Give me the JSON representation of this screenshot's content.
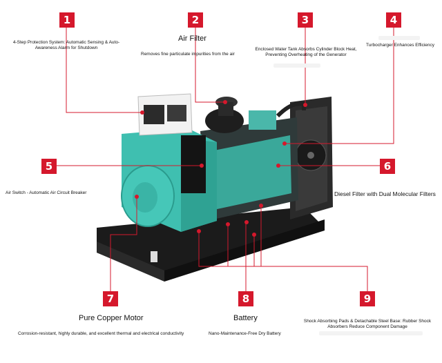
{
  "callouts": [
    {
      "number": "1",
      "title": "",
      "caption": "4-Step Protection System: Automatic Sensing & Auto-Awareness Alarm for Shutdown"
    },
    {
      "number": "2",
      "title": "Air Filter",
      "caption": "Removes fine particulate impurities from the air"
    },
    {
      "number": "3",
      "title": "",
      "caption": "Enclosed Water Tank Absorbs Cylinder Block Heat, Preventing Overheating of the Generator"
    },
    {
      "number": "4",
      "title": "",
      "caption": "Turbocharger Enhances Efficiency"
    },
    {
      "number": "5",
      "title": "",
      "caption": "Air Switch - Automatic Air Circuit Breaker"
    },
    {
      "number": "6",
      "title": "Diesel Filter with Dual Molecular Filters",
      "caption": ""
    },
    {
      "number": "7",
      "title": "Pure Copper Motor",
      "caption": "Corrosion-resistant, highly durable, and excellent thermal and electrical conductivity"
    },
    {
      "number": "8",
      "title": "Battery",
      "caption": "Nano-Maintenance-Free Dry Battery"
    },
    {
      "number": "9",
      "title": "",
      "caption": "Shock Absorbing Pads & Detachable Steel Base: Rubber Shock Absorbers Reduce Component Damage"
    }
  ],
  "colors": {
    "accent": "#d5182c",
    "generator_body": "#3fbfb0",
    "frame": "#1d1d1d"
  }
}
